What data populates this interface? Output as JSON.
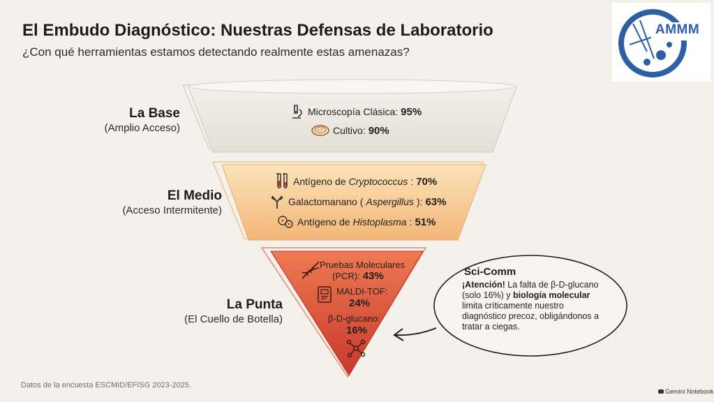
{
  "header": {
    "title": "El Embudo Diagnóstico: Nuestras Defensas de Laboratorio",
    "subtitle": "¿Con qué herramientas estamos detectando realmente estas amenazas?"
  },
  "logo": {
    "text": "AMMM"
  },
  "levels": [
    {
      "title": "La Base",
      "subtitle": "(Amplio Acceso)",
      "items": [
        {
          "icon": "microscope-icon",
          "label_pre": "Microscopía Clásica: ",
          "label_italic": "",
          "label_post": "",
          "value": "95%"
        },
        {
          "icon": "petri-dish-icon",
          "label_pre": "Cultivo: ",
          "label_italic": "",
          "label_post": "",
          "value": "90%"
        }
      ]
    },
    {
      "title": "El Medio",
      "subtitle": "(Acceso Intermitente)",
      "items": [
        {
          "icon": "test-tubes-icon",
          "label_pre": "Antígeno de ",
          "label_italic": "Cryptococcus",
          "label_post": ": ",
          "value": "70%"
        },
        {
          "icon": "antibody-icon",
          "label_pre": "Galactomanano (",
          "label_italic": "Aspergillus",
          "label_post": "): ",
          "value": "63%"
        },
        {
          "icon": "cells-icon",
          "label_pre": "Antígeno de ",
          "label_italic": "Histoplasma",
          "label_post": ": ",
          "value": "51%"
        }
      ]
    },
    {
      "title": "La Punta",
      "subtitle": "(El Cuello de Botella)",
      "items": [
        {
          "icon": "dna-icon",
          "line1": "Pruebas Moleculares",
          "line2": "(PCR): ",
          "value": "43%"
        },
        {
          "icon": "maldi-instrument-icon",
          "line1": "MALDI-TOF:",
          "value": "24%"
        },
        {
          "icon": "molecule-icon",
          "line1": "β-D-glucano:",
          "value": "16%"
        }
      ]
    }
  ],
  "callout": {
    "title": "Sci-Comm",
    "bold1": "¡Atención!",
    "text1": " La falta de β-D-glucano (solo 16%) y ",
    "bold2": "biología molecular",
    "text2": " limita críticamente nuestro diagnóstico precoz, obligándonos a tratar a ciegas."
  },
  "footnote": "Datos de la encuesta ESCMID/EFISG 2023-2025.",
  "brand": "Gemini Notebook",
  "colors": {
    "base_fill": "#e9e5dd",
    "middle_fill": "#f7c98a",
    "tip_fill": "#e2553a",
    "logo_blue": "#2c5fa3"
  }
}
